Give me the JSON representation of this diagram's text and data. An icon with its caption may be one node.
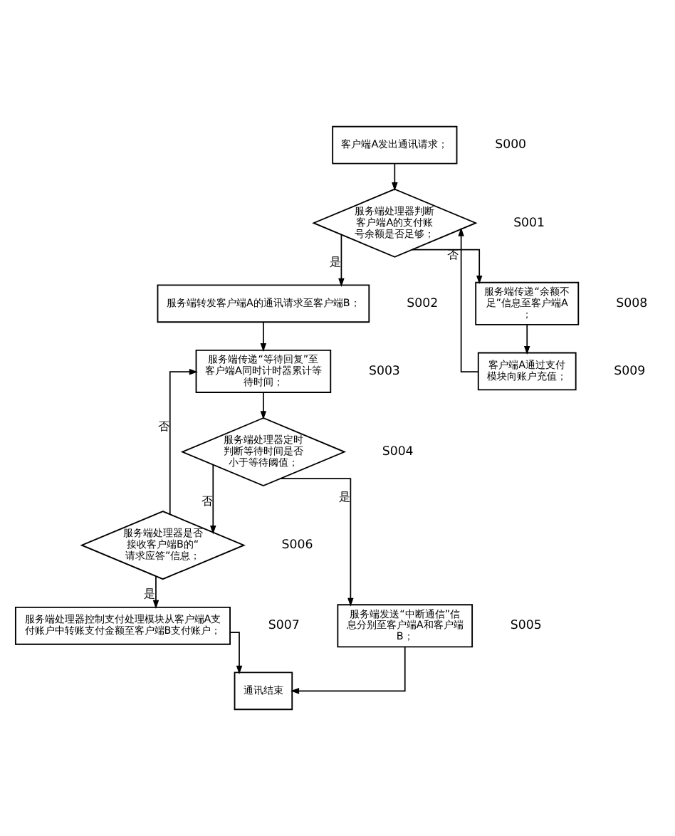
{
  "diagram": {
    "nodes": [
      {
        "text": [
          "客户端A发出通讯请求；"
        ],
        "beside": [
          "S000"
        ]
      },
      {
        "text": [
          "服务端处理器判断客户端A的支付账号余额是否足够；"
        ],
        "beside": [
          "S001"
        ]
      },
      {
        "text": [
          "服务端转发客户端A的通讯请求至客户端B；"
        ],
        "beside": [
          "S002"
        ]
      },
      {
        "text": [
          "服务端传递“等待回复”至客户端A同时计时器累计等待时间；"
        ],
        "beside": [
          "S003"
        ]
      },
      {
        "text": [
          "服务端处理器定时判断等待时间是否小于等待阈值；"
        ],
        "beside": [
          "S004"
        ]
      },
      {
        "text": [
          "服务端处理器是否接收客户端B的“请求应答”信息；"
        ],
        "beside": [
          "S006"
        ]
      },
      {
        "text": [
          "服务端发送“中断通信”信息分别至客户端A和客户端B；"
        ],
        "beside": [
          "S005"
        ]
      },
      {
        "text": [
          "服务端处理器控制支付处理模块从客户端A支付账户中转账支付金额至客户端B支付账户；"
        ],
        "beside": [
          "S007"
        ]
      },
      {
        "text": [
          "服务端传递“余额不足”信息至客户端A；"
        ],
        "beside": [
          "S008"
        ]
      },
      {
        "text": [
          "客户端A通过支付模块向账户充值；"
        ],
        "beside": [
          "S009"
        ]
      },
      {
        "text": [
          "通讯结束"
        ]
      }
    ],
    "edges": [
      {
        "from": 0,
        "to": 1,
        "arrow": "to"
      },
      {
        "from": 1,
        "to": 2,
        "arrow": "to",
        "label": "是"
      },
      {
        "from": 1,
        "to": 8,
        "arrow": "to",
        "label": "否"
      },
      {
        "from": 2,
        "to": 3,
        "arrow": "to"
      },
      {
        "from": 3,
        "to": 4,
        "arrow": "to"
      },
      {
        "from": 4,
        "to": 5,
        "arrow": "to",
        "label": "否"
      },
      {
        "from": 4,
        "to": 6,
        "arrow": "to",
        "label": "是"
      },
      {
        "from": 5,
        "to": 3,
        "arrow": "to",
        "label": "否"
      },
      {
        "from": 5,
        "to": 7,
        "arrow": "to",
        "label": "是"
      },
      {
        "from": 7,
        "to": 10,
        "arrow": "to"
      },
      {
        "from": 6,
        "to": 10,
        "arrow": "to"
      },
      {
        "from": 8,
        "to": 9,
        "arrow": "to"
      },
      {
        "from": 9,
        "to": 1,
        "arrow": "to"
      }
    ]
  }
}
